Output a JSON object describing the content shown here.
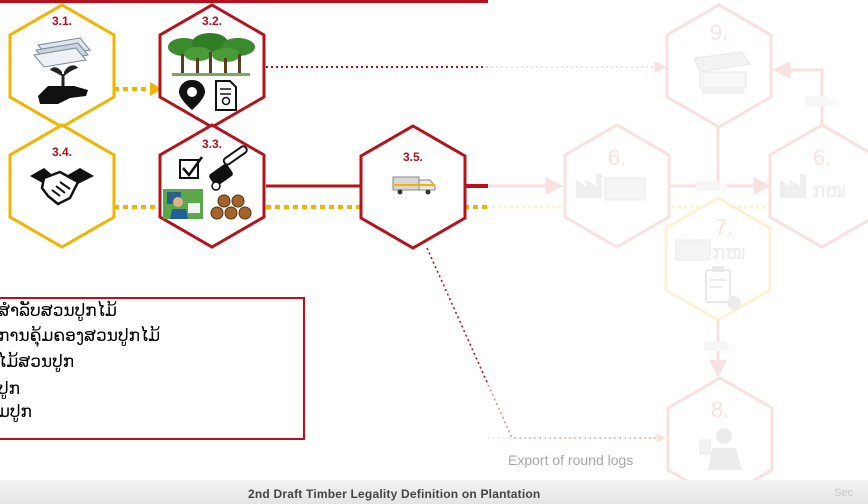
{
  "diagram": {
    "nodes": [
      {
        "id": "3.1",
        "label": "3.1.",
        "color": "#f1b400"
      },
      {
        "id": "3.2",
        "label": "3.2.",
        "color": "#b5121b"
      },
      {
        "id": "3.3",
        "label": "3.3.",
        "color": "#b5121b"
      },
      {
        "id": "3.4",
        "label": "3.4.",
        "color": "#f1b400"
      },
      {
        "id": "3.5",
        "label": "3.5.",
        "color": "#b5121b"
      },
      {
        "id": "6a",
        "label": "6.",
        "color": "#f2bcbc"
      },
      {
        "id": "6b",
        "label": "6.",
        "color": "#f2bcbc"
      },
      {
        "id": "7",
        "label": "7.",
        "color": "#fbe0a0"
      },
      {
        "id": "8",
        "label": "8.",
        "color": "#f2bcbc"
      },
      {
        "id": "9",
        "label": "9.",
        "color": "#f2bcbc"
      }
    ],
    "node6b_glyph": "ກໜ",
    "node7_glyph": "ກໜ"
  },
  "legend": {
    "items": [
      "ສໍາລັບສວນປູກໄມ້",
      "ການຄຸ້ມຄອງສວນປູກໄມ້",
      "ໄມ້ສວນປູກ",
      "ປູກ",
      "ມປູກ"
    ]
  },
  "export_label": "Export of round logs",
  "footer": {
    "title": "2nd Draft Timber Legality Definition on Plantation",
    "right_text": "Sec"
  },
  "colors": {
    "red": "#b5121b",
    "yellow": "#f1b400",
    "faded_red": "#f2bcbc",
    "faded_yellow": "#fbe0a0"
  }
}
